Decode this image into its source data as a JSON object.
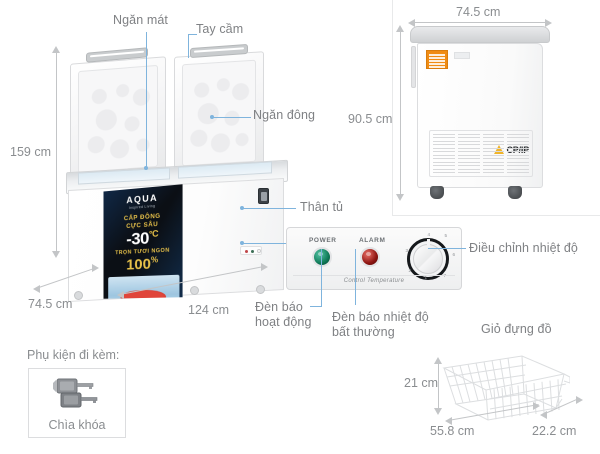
{
  "product": {
    "brand": "AQUA",
    "brand_tagline": "Inspired Living"
  },
  "callouts": [
    {
      "id": "ngan-mat",
      "label": "Ngăn mát"
    },
    {
      "id": "tay-cam",
      "label": "Tay cầm"
    },
    {
      "id": "ngan-dong",
      "label": "Ngăn đông"
    },
    {
      "id": "than-tu",
      "label": "Thân tủ"
    },
    {
      "id": "den-bao-hoat-dong",
      "label": "Đèn báo\nhoạt động"
    },
    {
      "id": "den-bao-nhiet-do",
      "label": "Đèn báo nhiệt độ\nbất thường"
    },
    {
      "id": "dieu-chinh-nhiet-do",
      "label": "Điều chỉnh nhiệt độ"
    },
    {
      "id": "gio-dung-do",
      "label": "Giỏ đựng đồ"
    }
  ],
  "dimensions": {
    "front_height": "159 cm",
    "front_depth": "74.5 cm",
    "front_width": "124 cm",
    "side_width": "74.5 cm",
    "side_height": "90.5 cm",
    "basket_height": "21 cm",
    "basket_length": "55.8 cm",
    "basket_depth": "22.2 cm"
  },
  "sticker": {
    "line1": "CẤP ĐÔNG",
    "line2": "CỰC SÂU",
    "temperature": "-30",
    "degree": "°C",
    "line3": "TRỌN TƯƠI NGON",
    "percent": "100",
    "percent_symbol": "%"
  },
  "control_panel": {
    "power_label": "POWER",
    "alarm_label": "ALARM",
    "caption": "Control Temperature",
    "dial_ticks": [
      "1",
      "2",
      "3",
      "4",
      "5",
      "6",
      "7"
    ],
    "power_color": "#0f7a58",
    "alarm_color": "#8d1512"
  },
  "side_view": {
    "warning_text": "CP/IP"
  },
  "accessories": {
    "title": "Phụ kiện đi kèm:",
    "items": [
      {
        "name": "Chìa khóa"
      }
    ]
  },
  "colors": {
    "leader": "#7fb4dd",
    "label_text": "#7f8184",
    "dimension_text": "#8a8d90",
    "dimension_line": "#c3c5c7"
  }
}
